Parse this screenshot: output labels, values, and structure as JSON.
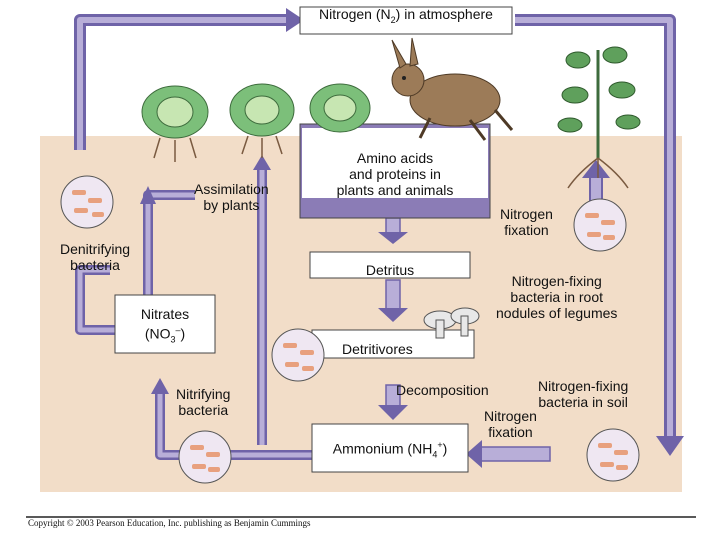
{
  "diagram": {
    "atmosphere_label": "Nitrogen (N",
    "atmosphere_sub": "2",
    "atmosphere_tail": ") in atmosphere",
    "assimilation": [
      "Assimilation",
      "by plants"
    ],
    "amino_acids": [
      "Amino acids",
      "and proteins in",
      "plants and animals"
    ],
    "nitrogen_fixation_top": [
      "Nitrogen",
      "fixation"
    ],
    "denitrifying": [
      "Denitrifying",
      "bacteria"
    ],
    "detritus": "Detritus",
    "nodules": [
      "Nitrogen-fixing",
      "bacteria in root",
      "nodules of legumes"
    ],
    "nitrates_line1": "Nitrates",
    "nitrates_pre": "(NO",
    "nitrates_sub": "3",
    "nitrates_sup": "–",
    "nitrates_post": ")",
    "detritivores": "Detritivores",
    "nitrifying": [
      "Nitrifying",
      "bacteria"
    ],
    "decomposition": "Decomposition",
    "soil_fixing": [
      "Nitrogen-fixing",
      "bacteria in soil"
    ],
    "nitrogen_fixation_bottom": [
      "Nitrogen",
      "fixation"
    ],
    "ammonium_pre": "Ammonium (NH",
    "ammonium_sub": "4",
    "ammonium_sup": "+",
    "ammonium_post": ")",
    "copyright": "Copyright © 2003 Pearson Education, Inc. publishing as Benjamin Cummings"
  },
  "colors": {
    "soil": "#f2ddc8",
    "arrow": "#6f63a8",
    "arrow_fill": "#b8aed8",
    "amino_box": "#8b7cb6",
    "bacteria_cell": "#e8a07e"
  }
}
